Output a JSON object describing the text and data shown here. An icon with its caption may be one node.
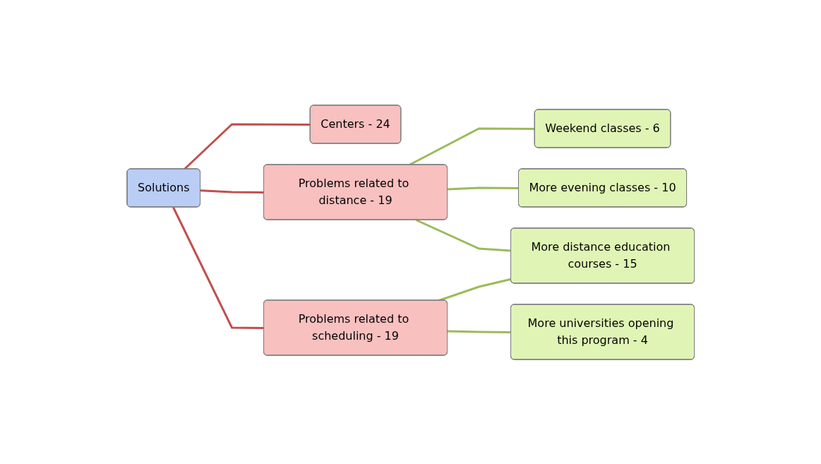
{
  "diagram": {
    "nodes": [
      {
        "text": [
          "Solutions"
        ]
      },
      {
        "text": [
          "Centers - 24"
        ]
      },
      {
        "text": [
          "Problems related to distance - 19"
        ]
      },
      {
        "text": [
          "Problems related to scheduling - 19"
        ]
      },
      {
        "text": [
          "Weekend classes - 6"
        ]
      },
      {
        "text": [
          "More evening classes - 10"
        ]
      },
      {
        "text": [
          "More distance education courses - 15"
        ]
      },
      {
        "text": [
          "More universities opening this program - 4"
        ]
      }
    ],
    "edges": [
      {
        "from": 0,
        "to": 1,
        "arrow": "none",
        "color": "#c0504d"
      },
      {
        "from": 0,
        "to": 2,
        "arrow": "none",
        "color": "#c0504d"
      },
      {
        "from": 0,
        "to": 3,
        "arrow": "none",
        "color": "#c0504d"
      },
      {
        "from": 2,
        "to": 4,
        "arrow": "none"
      },
      {
        "from": 2,
        "to": 5,
        "arrow": "none"
      },
      {
        "from": 2,
        "to": 6,
        "arrow": "none"
      },
      {
        "from": 3,
        "to": 6,
        "arrow": "none"
      },
      {
        "from": 3,
        "to": 7,
        "arrow": "none"
      }
    ]
  }
}
